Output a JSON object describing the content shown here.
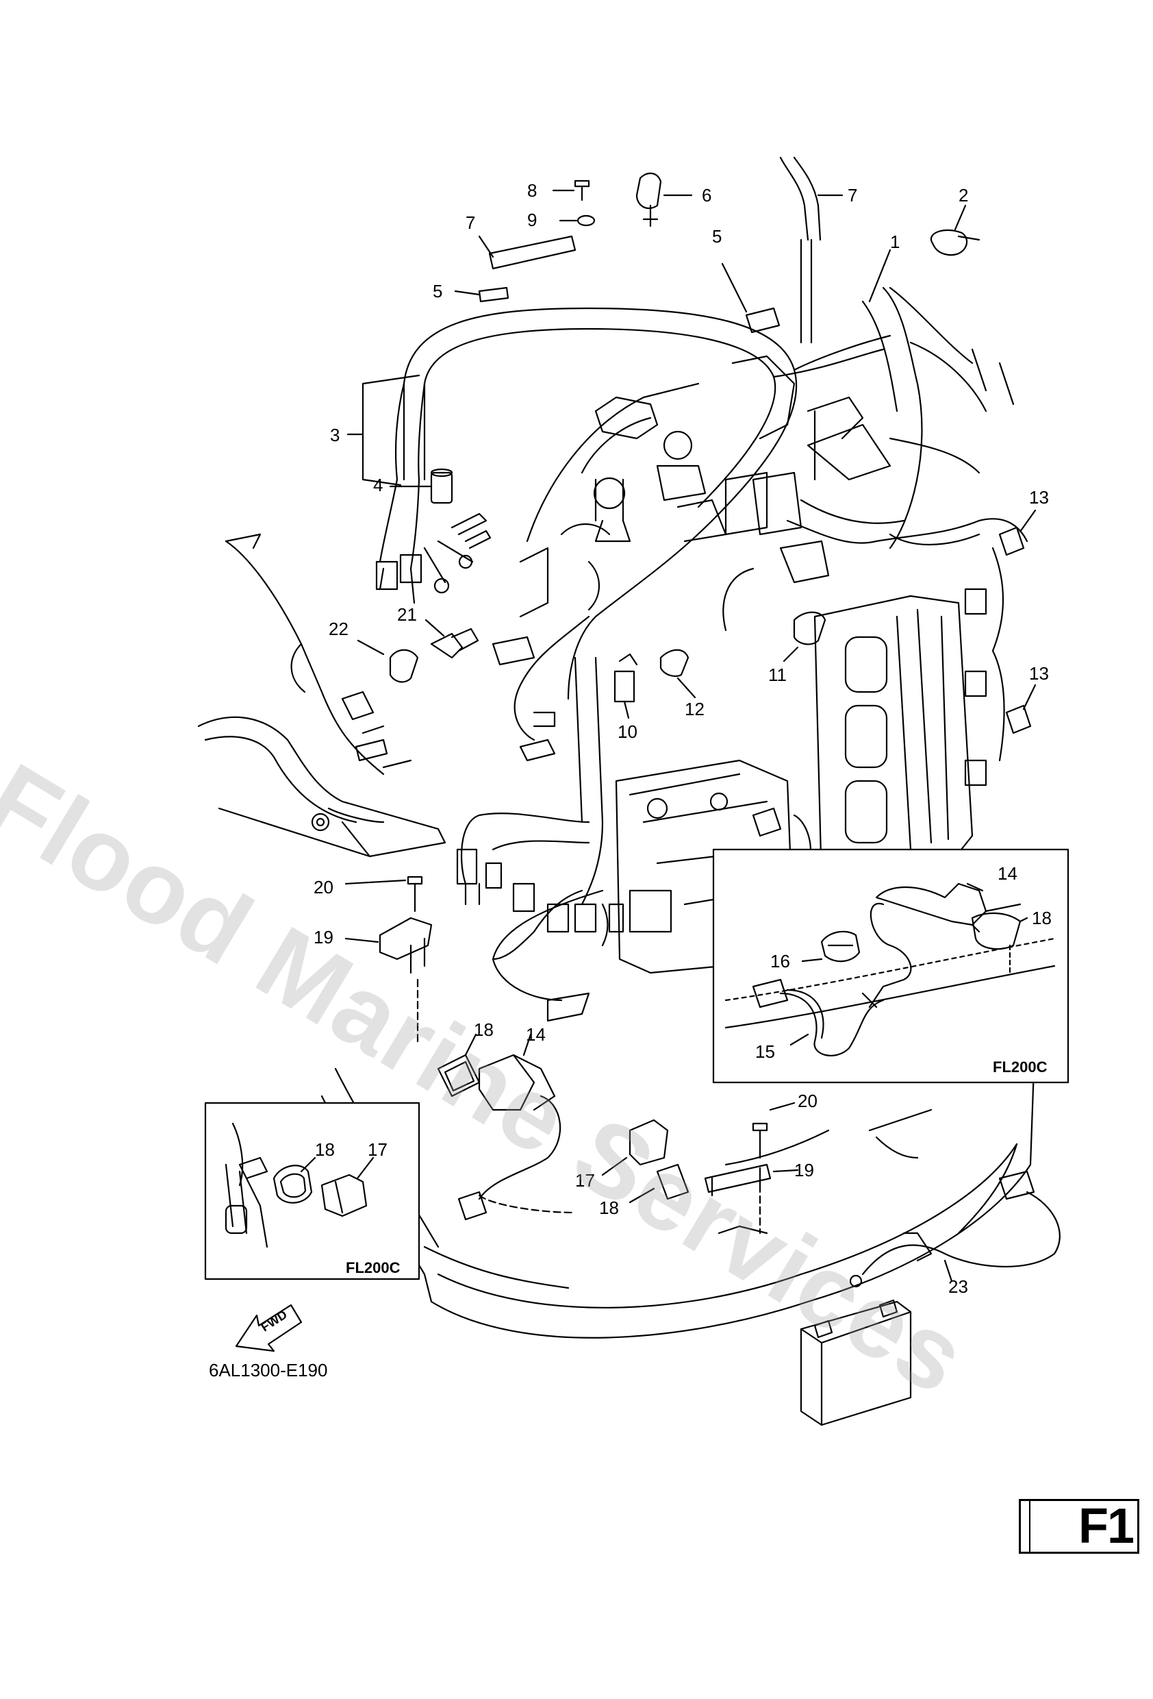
{
  "callouts": {
    "c1": "1",
    "c2": "2",
    "c3": "3",
    "c4": "4",
    "c5a": "5",
    "c5b": "5",
    "c6": "6",
    "c7a": "7",
    "c7b": "7",
    "c8": "8",
    "c9": "9",
    "c10": "10",
    "c11": "11",
    "c12": "12",
    "c13a": "13",
    "c13b": "13",
    "c14a": "14",
    "c14b": "14",
    "c15": "15",
    "c16": "16",
    "c17a": "17",
    "c17b": "17",
    "c18a": "18",
    "c18b": "18",
    "c18c": "18",
    "c18d": "18",
    "c19a": "19",
    "c19b": "19",
    "c20a": "20",
    "c20b": "20",
    "c21": "21",
    "c22": "22",
    "c23": "23"
  },
  "insets": {
    "right_label": "FL200C",
    "left_label": "FL200C"
  },
  "fwd_label": "FWD",
  "drawing_code": "6AL1300-E190",
  "page_tag": "F1",
  "watermark": "Flood Marine Services"
}
